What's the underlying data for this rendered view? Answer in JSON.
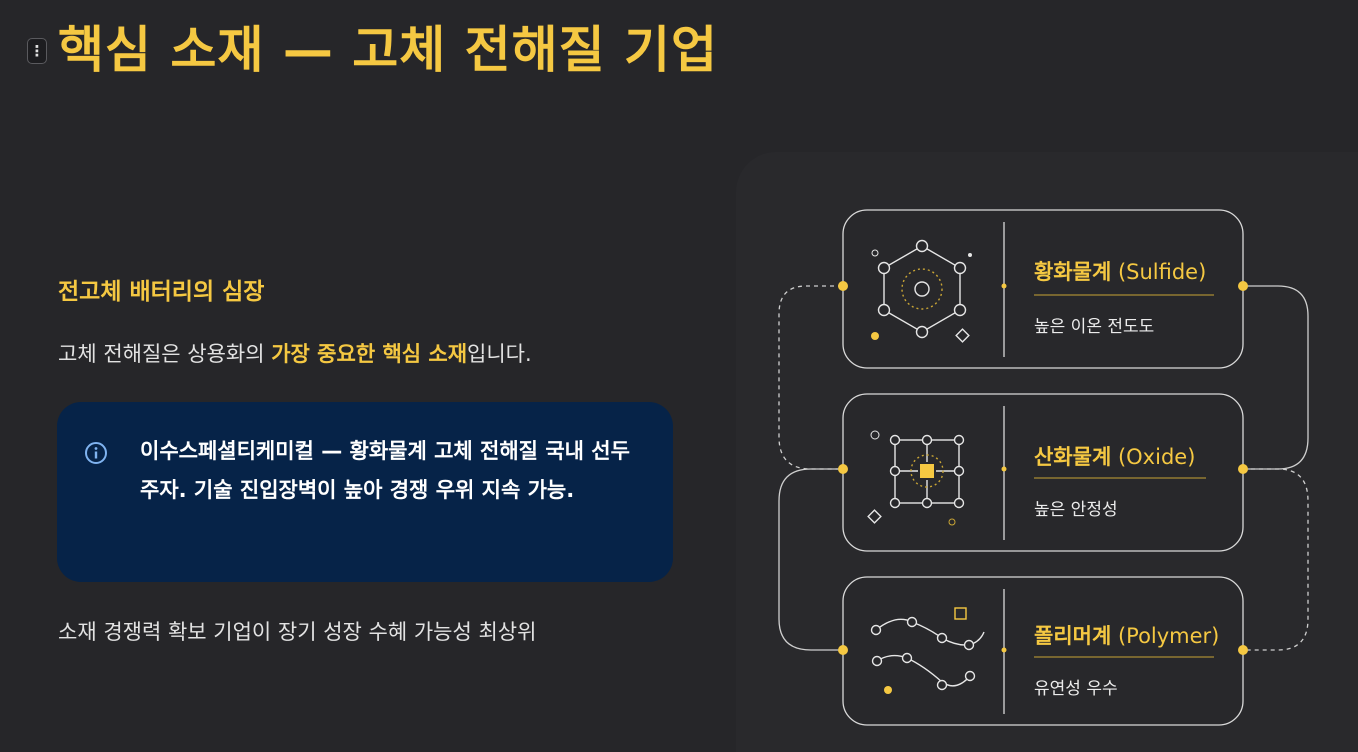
{
  "page": {
    "menu_glyph": "⋮",
    "title": "핵심 소재 — 고체 전해질 기업"
  },
  "left": {
    "subheading": "전고체 배터리의 심장",
    "body_prefix": "고체 전해질은 상용화의 ",
    "body_highlight": "가장 중요한 핵심 소재",
    "body_suffix": "입니다.",
    "callout": {
      "icon": "info-icon",
      "text": "이수스페셜티케미컬 — 황화물계 고체 전해질 국내 선두 주자. 기술 진입장벽이 높아 경쟁 우위 지속 가능."
    },
    "footer": "소재 경쟁력 확보 기업이 장기 성장 수혜 가능성 최상위"
  },
  "diagram": {
    "cards": [
      {
        "title_ko": "황화물계",
        "title_en": " (Sulfide)",
        "subtitle": "높은 이온 전도도",
        "icon": "hexagon-molecule-icon"
      },
      {
        "title_ko": "산화물계",
        "title_en": " (Oxide)",
        "subtitle": "높은 안정성",
        "icon": "crystal-lattice-icon"
      },
      {
        "title_ko": "폴리머계",
        "title_en": " (Polymer)",
        "subtitle": "유연성 우수",
        "icon": "polymer-chain-icon"
      }
    ]
  },
  "colors": {
    "background": "#262629",
    "accent_yellow": "#f5c842",
    "callout_bg": "#062348",
    "line": "#d9d9d9"
  }
}
